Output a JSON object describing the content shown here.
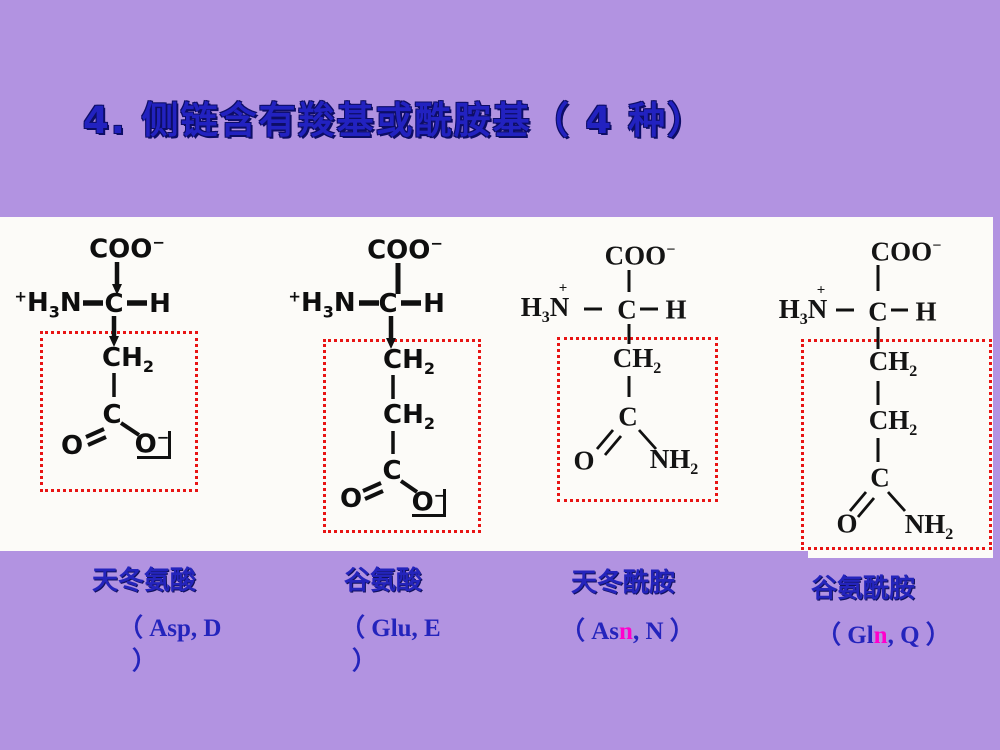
{
  "slide": {
    "title": "4. 侧链含有羧基或酰胺基（ 4 种）"
  },
  "colors": {
    "background": "#b293e1",
    "title_blue": "#2222c0",
    "label_blue": "#2424bc",
    "highlight_pink": "#ff00cc",
    "sidechain_box_red": "#e81414",
    "structure_paper": "#fcfbf8",
    "bond_black": "#101010"
  },
  "panels": [
    {
      "caption": {
        "name": "天冬氨酸",
        "code_line1": "（ Asp, D",
        "code_line2": "）"
      },
      "atoms": {
        "carboxyl": "COO",
        "carboxyl_charge": "−",
        "amino_charge": "+",
        "amino_h": "H",
        "amino_sub": "3",
        "amino_n": "N",
        "alpha_c": "C",
        "alpha_h": "H",
        "ch2a": "CH",
        "ch2a_sub": "2",
        "carbonyl_c": "C",
        "o_left": "O",
        "right_group": "O",
        "right_charge": "−"
      }
    },
    {
      "caption": {
        "name": "谷氨酸",
        "code_line1": "（ Glu, E",
        "code_line2": "）"
      },
      "atoms": {
        "carboxyl": "COO",
        "carboxyl_charge": "−",
        "amino_charge": "+",
        "amino_h": "H",
        "amino_sub": "3",
        "amino_n": "N",
        "alpha_c": "C",
        "alpha_h": "H",
        "ch2a": "CH",
        "ch2a_sub": "2",
        "ch2b": "CH",
        "ch2b_sub": "2",
        "carbonyl_c": "C",
        "o_left": "O",
        "right_group": "O",
        "right_charge": "−"
      }
    },
    {
      "caption": {
        "name": "天冬酰胺",
        "code_prefix": "（ As",
        "code_highlight": "n",
        "code_suffix": ", N ）"
      },
      "atoms": {
        "carboxyl": "COO",
        "carboxyl_charge": "−",
        "amino_charge": "+",
        "amino_h": "H",
        "amino_sub": "3",
        "amino_n": "N",
        "alpha_c": "C",
        "alpha_h": "H",
        "ch2a": "CH",
        "ch2a_sub": "2",
        "carbonyl_c": "C",
        "o_left": "O",
        "right_group": "NH",
        "right_sub": "2"
      }
    },
    {
      "caption": {
        "name": "谷氨酰胺",
        "code_prefix": "（ Gl",
        "code_highlight": "n",
        "code_suffix": ", Q ）"
      },
      "atoms": {
        "carboxyl": "COO",
        "carboxyl_charge": "−",
        "amino_charge": "+",
        "amino_h": "H",
        "amino_sub": "3",
        "amino_n": "N",
        "alpha_c": "C",
        "alpha_h": "H",
        "ch2a": "CH",
        "ch2a_sub": "2",
        "ch2b": "CH",
        "ch2b_sub": "2",
        "carbonyl_c": "C",
        "o_left": "O",
        "right_group": "NH",
        "right_sub": "2"
      }
    }
  ]
}
